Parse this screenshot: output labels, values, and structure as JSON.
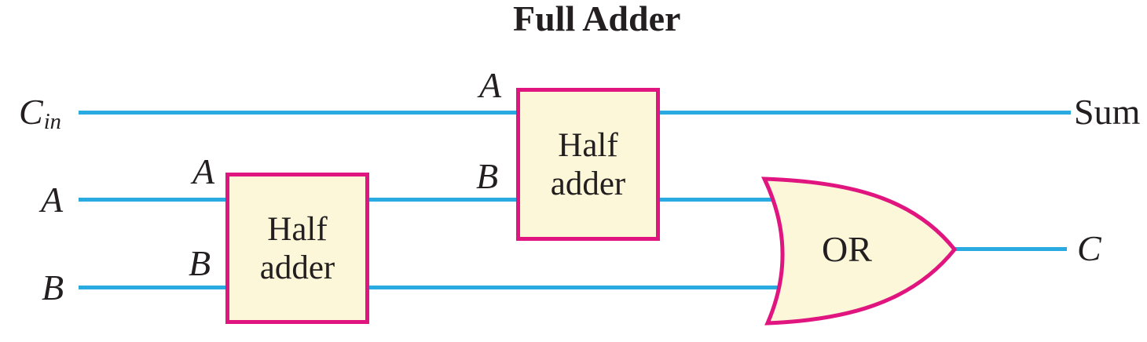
{
  "title": "Full Adder",
  "colors": {
    "wire": "#29ABE2",
    "border": "#E0157F",
    "fill": "#FBF7D8",
    "text": "#231F20",
    "background": "#FFFFFF"
  },
  "inputs": {
    "cin_base": "C",
    "cin_sub": "in",
    "a": "A",
    "b": "B"
  },
  "outputs": {
    "sum": "Sum",
    "carry": "C"
  },
  "half_adder_1": {
    "lines": [
      "Half",
      "adder"
    ],
    "port_a": "A",
    "port_b": "B"
  },
  "half_adder_2": {
    "lines": [
      "Half",
      "adder"
    ],
    "port_a": "A",
    "port_b": "B"
  },
  "or_gate": {
    "label": "OR"
  }
}
